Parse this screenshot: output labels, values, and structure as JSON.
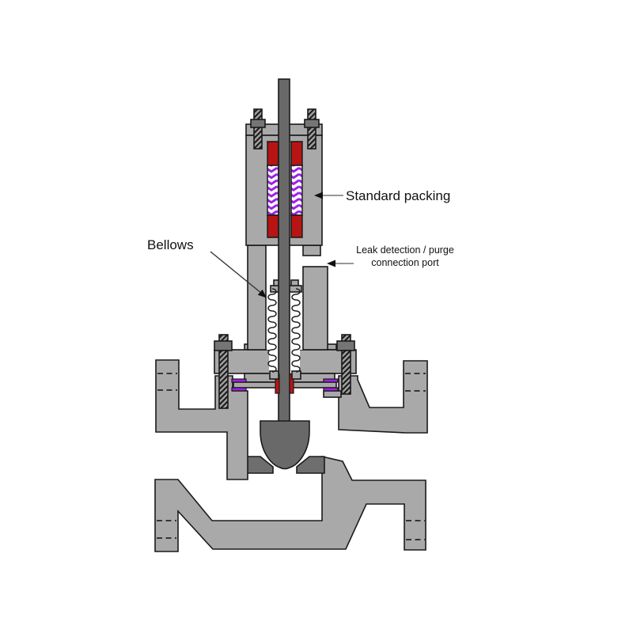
{
  "diagram": {
    "title_semantic": "bellows-seal-globe-valve-cross-section",
    "labels": {
      "packing": "Standard packing",
      "bellows": "Bellows",
      "leak_line1": "Leak detection / purge",
      "leak_line2": "connection port"
    },
    "colors": {
      "background": "#ffffff",
      "body": "#a9a9a9",
      "dark_metal": "#696969",
      "seat": "#6e6e6e",
      "nut": "#757575",
      "packing_red": "#b81414",
      "packing_purple": "#9b1fe8",
      "gasket_purple": "#a020e0",
      "outline": "#1a1a1a",
      "label_text": "#111111",
      "leader": "#777777",
      "arrowhead": "#111111",
      "hatch_bg": "#9e9e9e",
      "chamber_white": "#ffffff"
    },
    "components": [
      "valve-stem",
      "gland-studs",
      "gland-plate",
      "packing-box",
      "standard-packing",
      "packing-followers",
      "leak-detection-port",
      "bellows",
      "bellows-end-cuffs",
      "bonnet-flange",
      "bonnet-studs",
      "gaskets",
      "bellows-bottom-plate",
      "valve-plug",
      "seat-rings",
      "valve-body",
      "pipe-flanges"
    ]
  }
}
